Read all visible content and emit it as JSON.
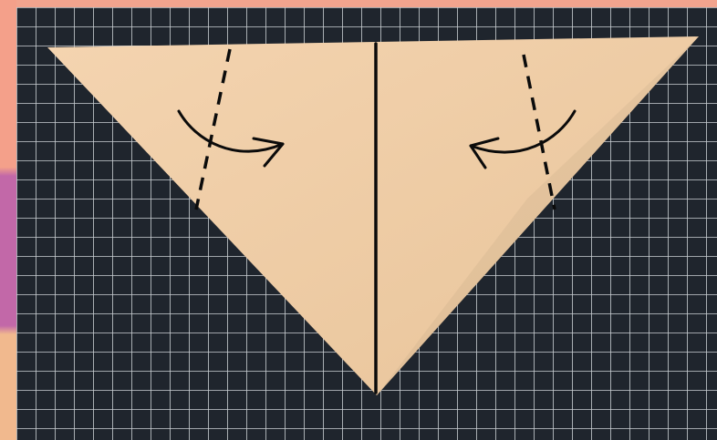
{
  "image": {
    "subject": "origami-fold-step",
    "colors": {
      "background_frame": "#f2a48e",
      "frame_strip_top": "#f4a08a",
      "frame_strip_mid": "#c268a8",
      "frame_strip_bottom": "#f1b98e",
      "cutting_mat": "#1f252d",
      "mat_grid_line": "#e9eef2",
      "paper_light": "#f4d4b0",
      "paper_dark": "#e8c49a",
      "diagram_ink": "#0b0b0b"
    },
    "icons": {
      "valley_fold_left": "dashed-fold-line",
      "valley_fold_right": "dashed-fold-line",
      "fold_arrow_left": "curved-arrow-right",
      "fold_arrow_right": "curved-arrow-left",
      "center_crease": "solid-crease-line"
    }
  }
}
